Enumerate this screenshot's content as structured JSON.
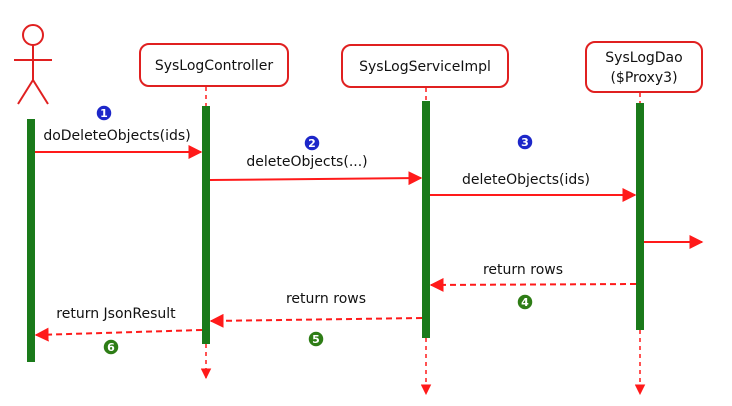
{
  "colors": {
    "lifeline": "#1a7a1a",
    "arrow": "#ff1a1a",
    "box_border": "#e02020",
    "badge_blue": "#1d27c9",
    "badge_green": "#2e7d16",
    "text": "#111111"
  },
  "actor": {
    "icon": "stick-figure-icon"
  },
  "participants": [
    {
      "id": "controller",
      "label": "SysLogController"
    },
    {
      "id": "service",
      "label": "SysLogServiceImpl"
    },
    {
      "id": "dao",
      "label_line1": "SysLogDao",
      "label_line2": "($Proxy3)"
    }
  ],
  "messages": [
    {
      "id": "m1",
      "label": "doDeleteObjects(ids)",
      "step": "1",
      "direction": "call"
    },
    {
      "id": "m2",
      "label": "deleteObjects(...)",
      "step": "2",
      "direction": "call"
    },
    {
      "id": "m3",
      "label": "deleteObjects(ids)",
      "step": "3",
      "direction": "call"
    },
    {
      "id": "m4",
      "label": "return rows",
      "step": "4",
      "direction": "return"
    },
    {
      "id": "m5",
      "label": "return rows",
      "step": "5",
      "direction": "return"
    },
    {
      "id": "m6",
      "label": "return JsonResult",
      "step": "6",
      "direction": "return"
    }
  ]
}
